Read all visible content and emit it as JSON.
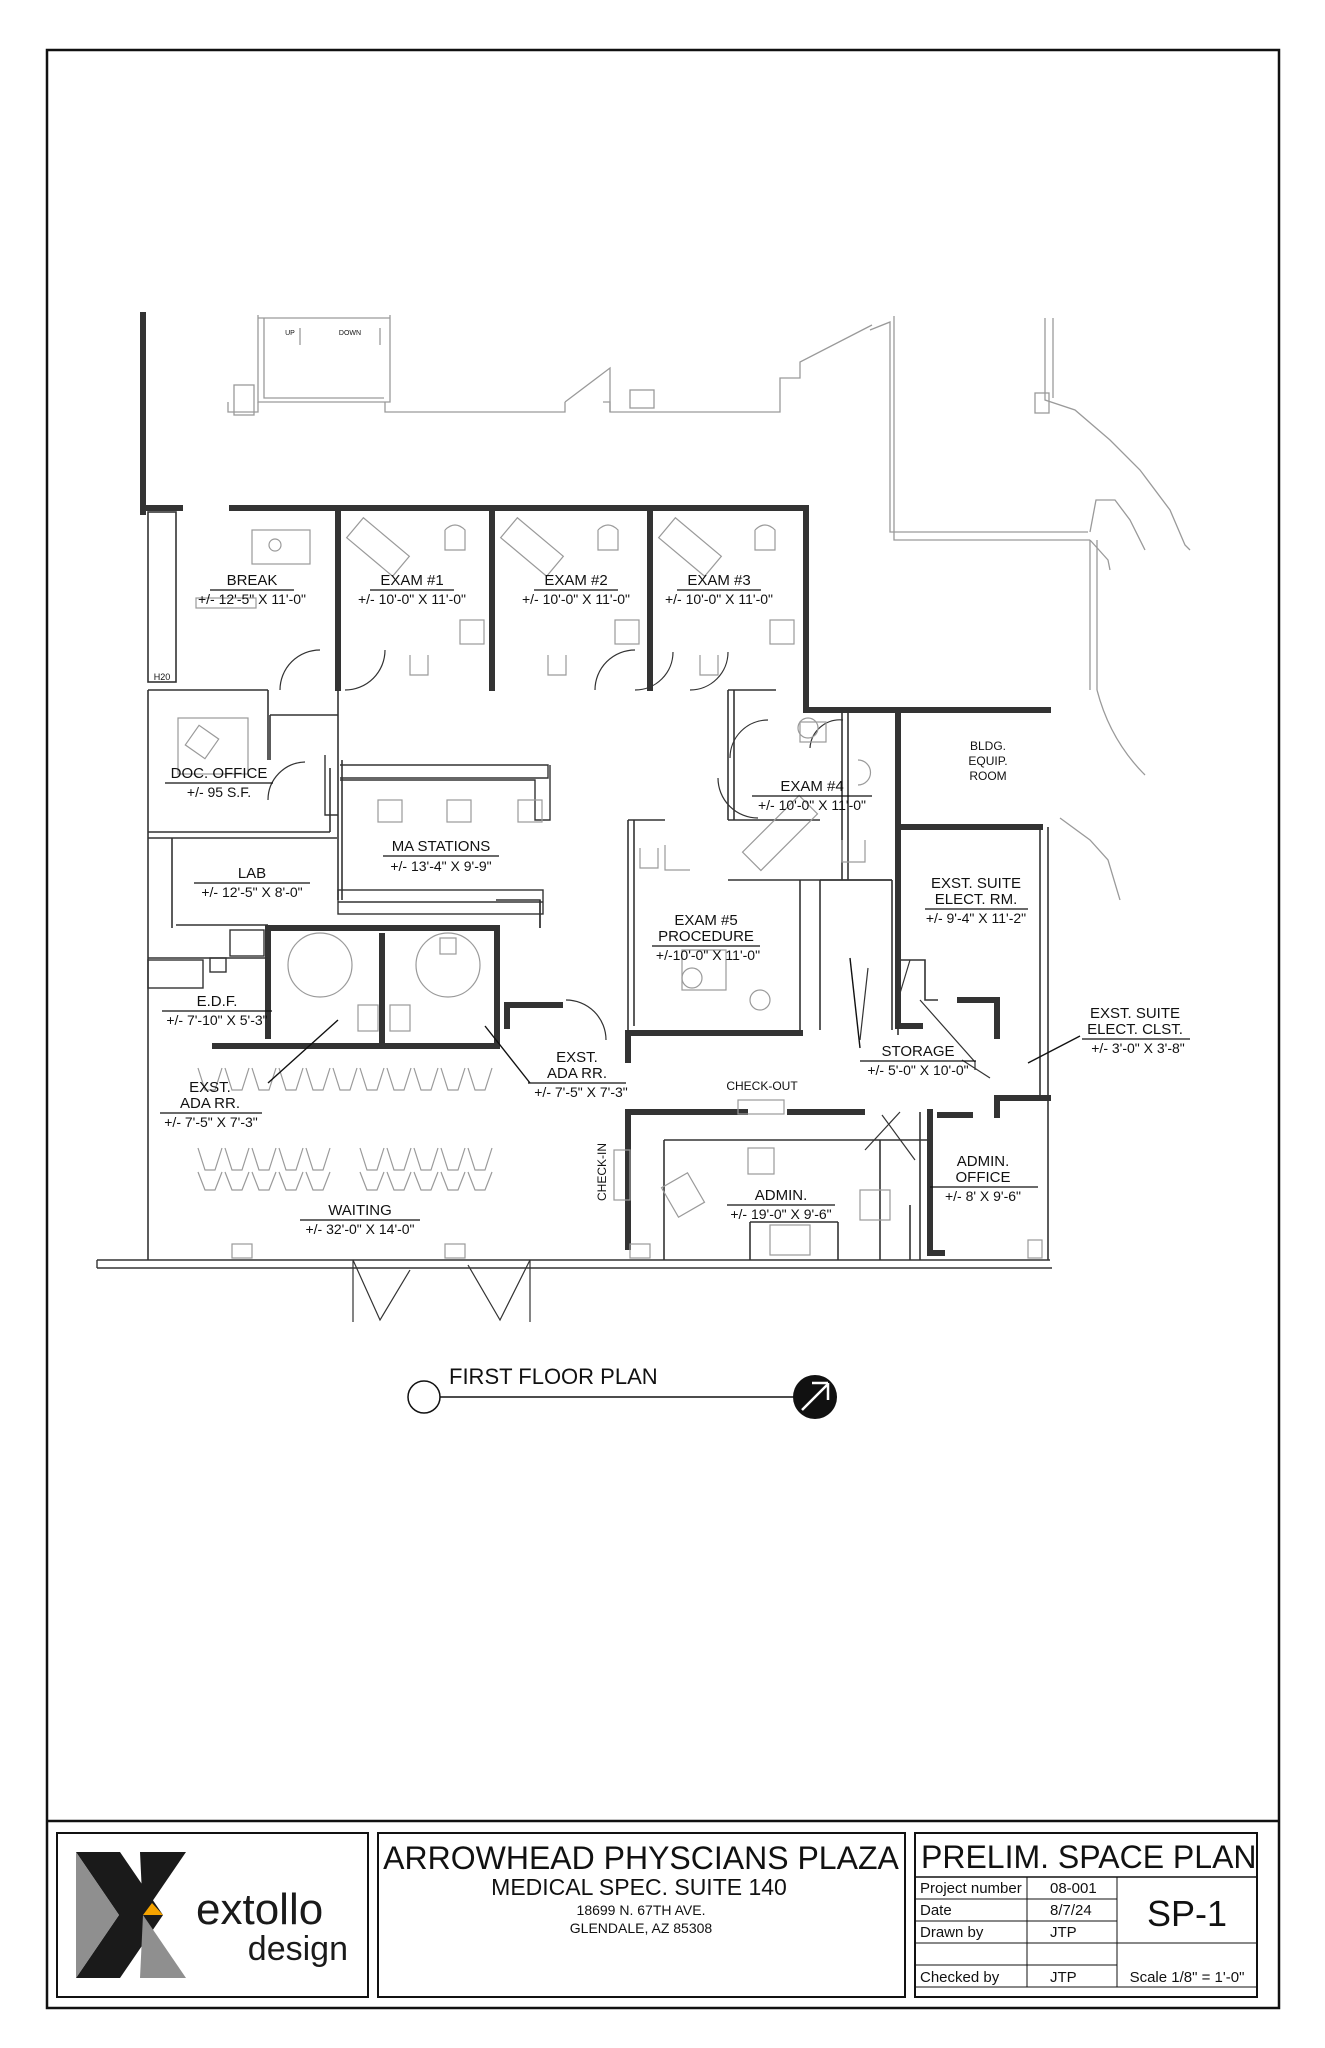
{
  "plan": {
    "title": "FIRST FLOOR PLAN",
    "rooms": [
      {
        "name": "BREAK",
        "dims": "+/- 12'-5\" X 11'-0\""
      },
      {
        "name": "EXAM #1",
        "dims": "+/- 10'-0\" X 11'-0\""
      },
      {
        "name": "EXAM #2",
        "dims": "+/- 10'-0\" X 11'-0\""
      },
      {
        "name": "EXAM #3",
        "dims": "+/- 10'-0\" X 11'-0\""
      },
      {
        "name": "DOC. OFFICE",
        "dims": "+/- 95 S.F."
      },
      {
        "name": "MA STATIONS",
        "dims": "+/- 13'-4\" X 9'-9\""
      },
      {
        "name": "LAB",
        "dims": "+/- 12'-5\" X 8'-0\""
      },
      {
        "name": "EXAM #4",
        "dims": "+/- 10'-0\" X 11'-0\""
      },
      {
        "name": "EXAM #5",
        "name2": "PROCEDURE",
        "dims": "+/-10'-0\" X 11'-0\""
      },
      {
        "name": "E.D.F.",
        "dims": "+/- 7'-10\" X 5'-3\""
      },
      {
        "name": "EXST.",
        "name2": "ADA RR.",
        "dims": "+/- 7'-5\" X 7'-3\""
      },
      {
        "name": "EXST.",
        "name2": "ADA RR.",
        "dims": "+/- 7'-5\" X 7'-3\""
      },
      {
        "name": "EXST. SUITE",
        "name2": "ELECT. RM.",
        "dims": "+/- 9'-4\" X 11'-2\""
      },
      {
        "name": "EXST. SUITE",
        "name2": "ELECT. CLST.",
        "dims": "+/- 3'-0\" X 3'-8\""
      },
      {
        "name": "STORAGE",
        "dims": "+/- 5'-0\" X 10'-0\""
      },
      {
        "name": "ADMIN.",
        "dims": "+/- 19'-0\" X 9'-6\""
      },
      {
        "name": "ADMIN.",
        "name2": "OFFICE",
        "dims": "+/- 8' X 9'-6\""
      },
      {
        "name": "WAITING",
        "dims": "+/- 32'-0\" X 14'-0\""
      }
    ],
    "bldg_equip": [
      "BLDG.",
      "EQUIP.",
      "ROOM"
    ],
    "notes": {
      "check_out": "CHECK-OUT",
      "check_in": "CHECK-IN",
      "h2o": "H20",
      "up": "UP",
      "down": "DOWN"
    }
  },
  "title_block": {
    "logo_word1": "extollo",
    "logo_word2": "design",
    "project_name": "ARROWHEAD PHYSCIANS PLAZA",
    "suite": "MEDICAL SPEC. SUITE 140",
    "address1": "18699 N. 67TH AVE.",
    "address2": "GLENDALE, AZ 85308",
    "sheet_title": "PRELIM. SPACE PLAN",
    "rows": [
      {
        "label": "Project number",
        "value": "08-001"
      },
      {
        "label": "Date",
        "value": "8/7/24"
      },
      {
        "label": "Drawn by",
        "value": "JTP"
      },
      {
        "label": "Checked by",
        "value": "JTP"
      }
    ],
    "sheet_number": "SP-1",
    "scale": "Scale  1/8\"  = 1'-0\""
  },
  "colors": {
    "line": "#111111",
    "light": "#9a9a9a",
    "logo_dark": "#1a1a1a",
    "logo_gray": "#8f8f8f",
    "logo_orange": "#f5a300"
  }
}
